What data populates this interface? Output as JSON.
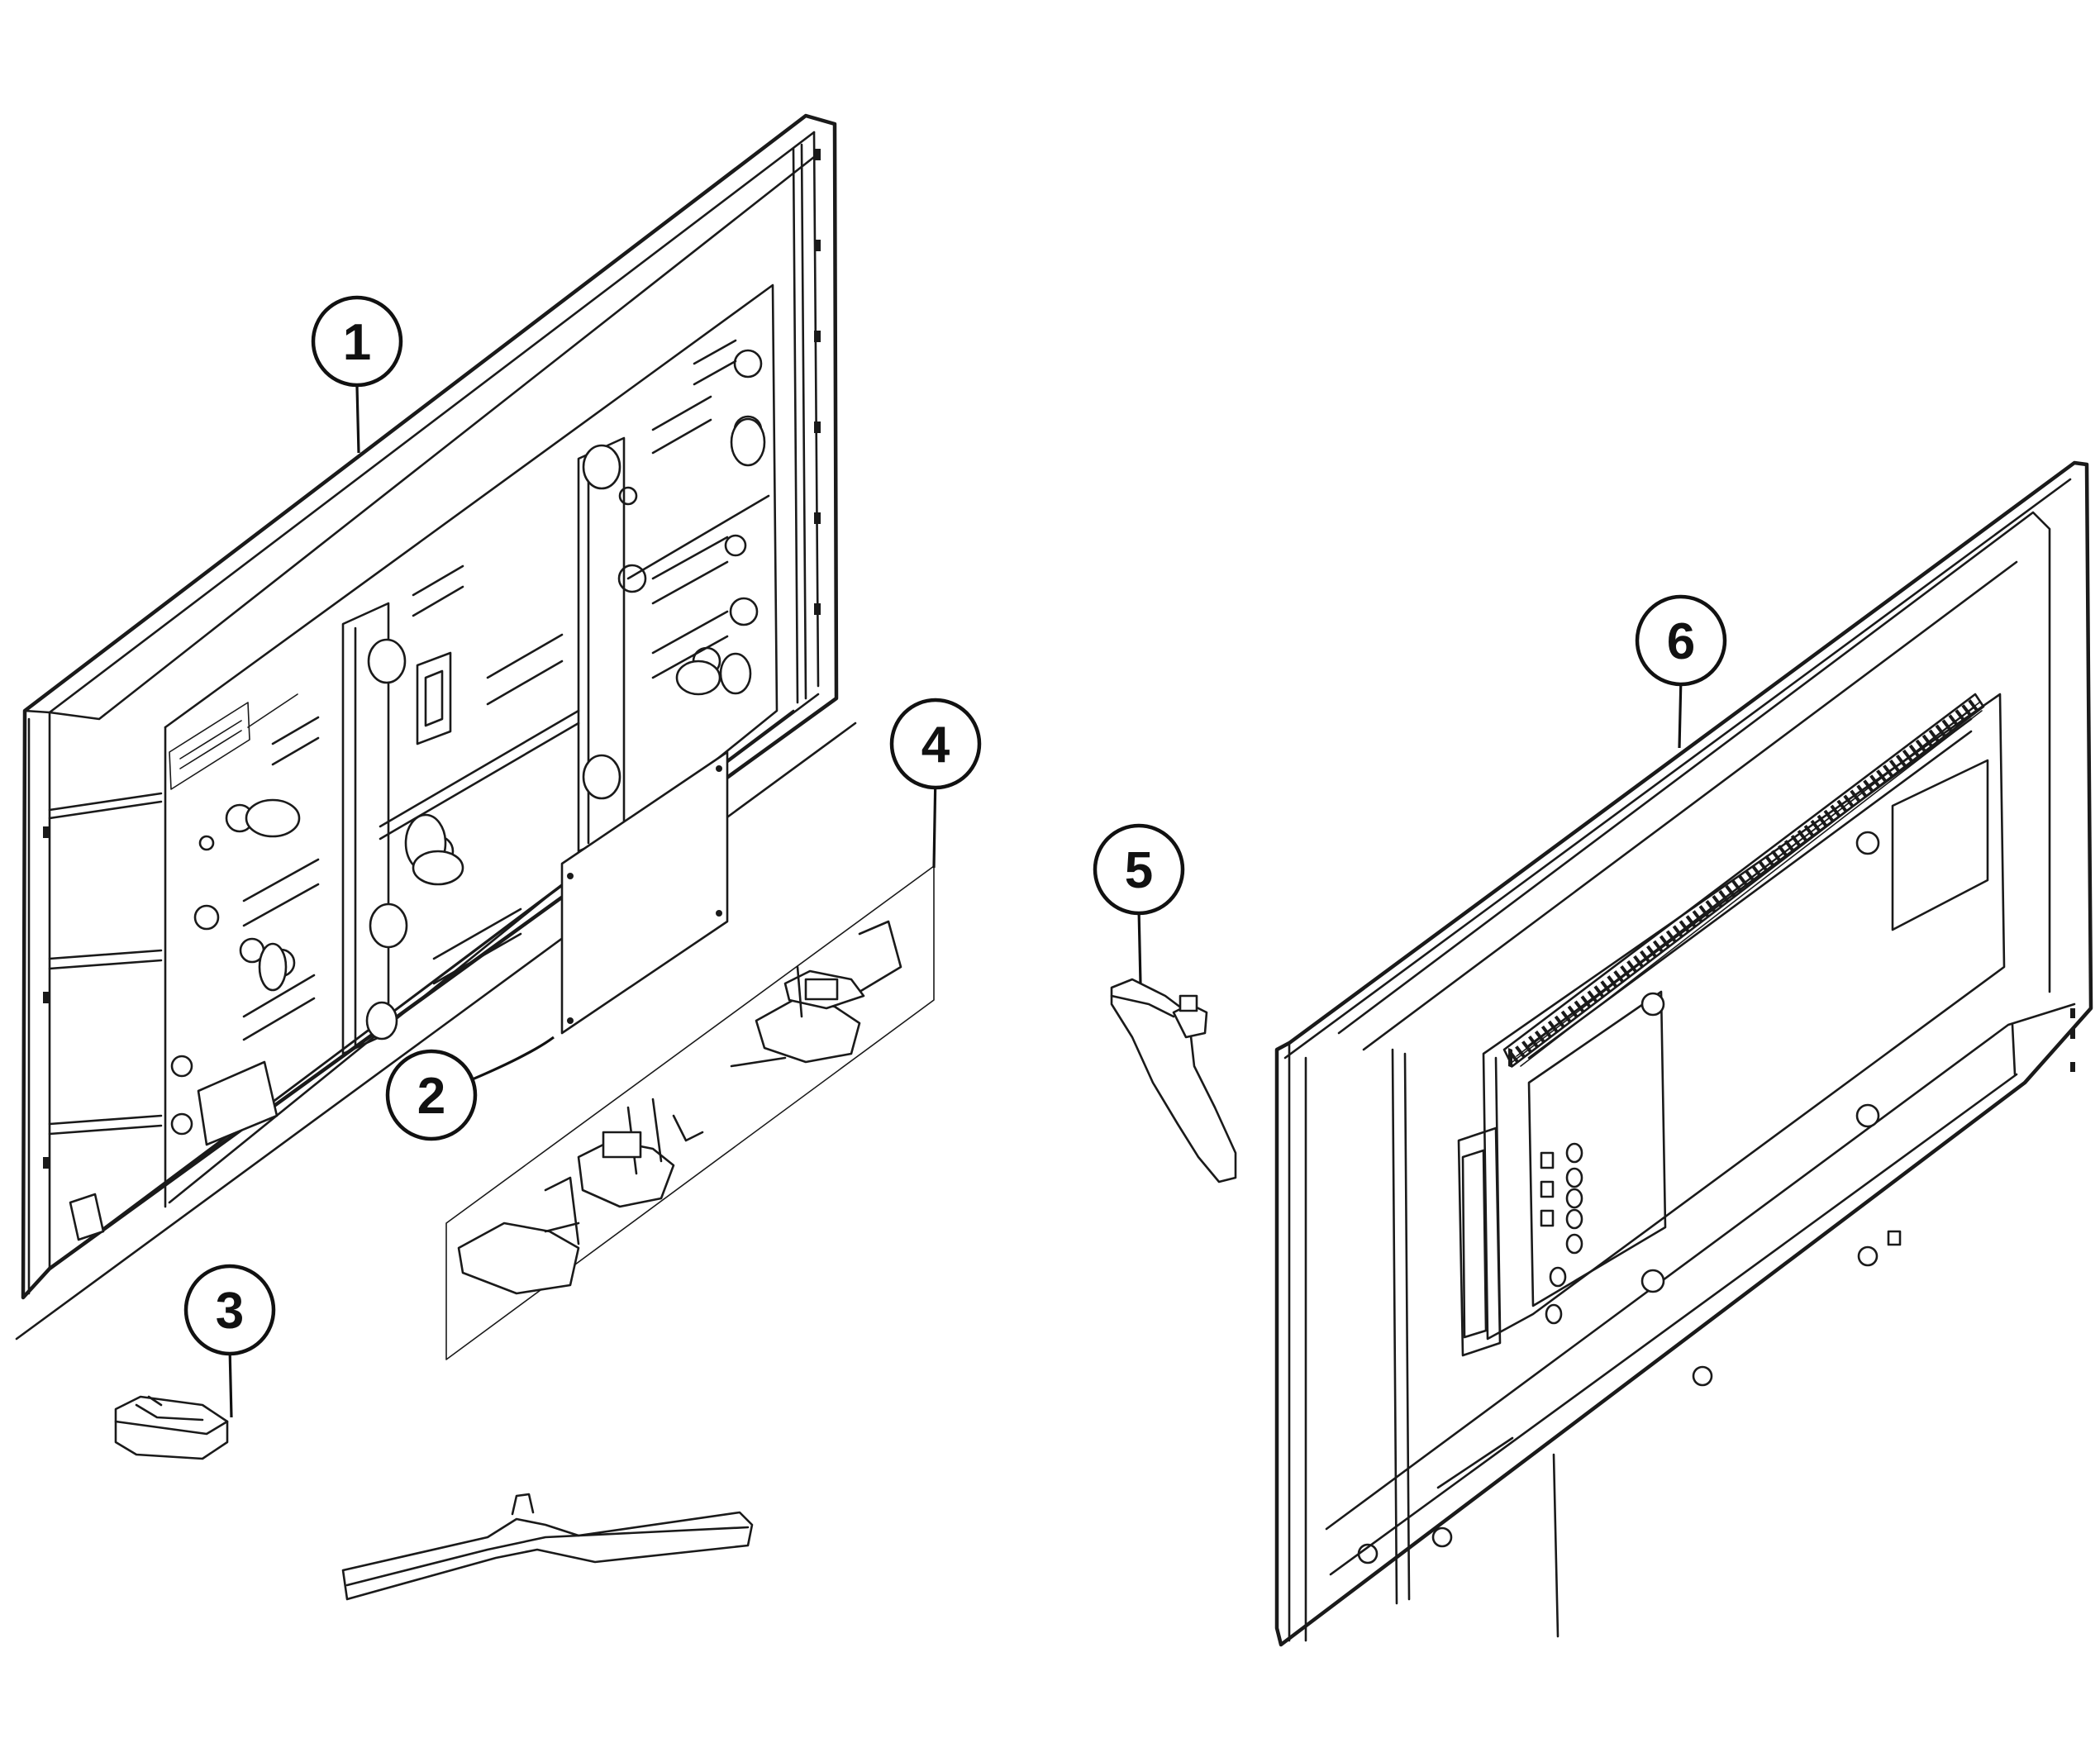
{
  "diagram": {
    "type": "exploded parts view",
    "line_color": "#1a1a1a",
    "background": "#ffffff"
  },
  "parts": [
    {
      "id": "part-1",
      "callout": "1"
    },
    {
      "id": "part-2",
      "callout": "2"
    },
    {
      "id": "part-3",
      "callout": "3"
    },
    {
      "id": "part-4",
      "callout": "4"
    },
    {
      "id": "part-5",
      "callout": "5"
    },
    {
      "id": "part-6",
      "callout": "6"
    }
  ]
}
